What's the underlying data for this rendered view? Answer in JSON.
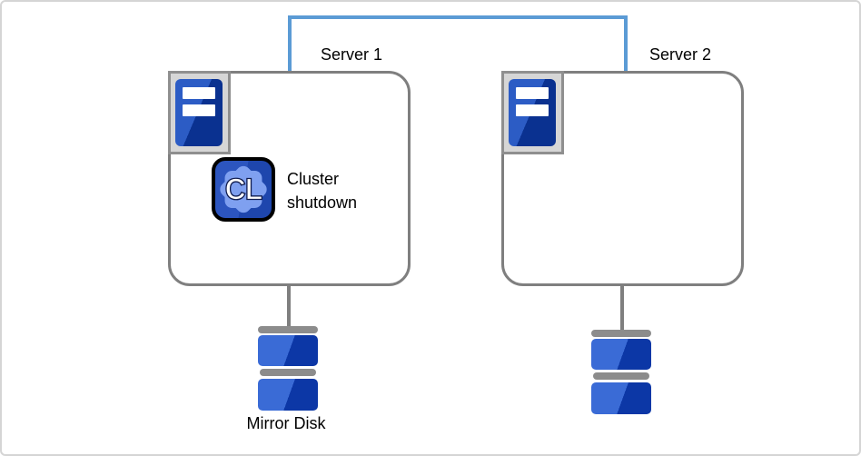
{
  "nodes": {
    "server1": {
      "label": "Server 1"
    },
    "server2": {
      "label": "Server 2"
    },
    "cluster_action": {
      "badge": "CL",
      "label": "Cluster shutdown"
    },
    "mirror_disk": {
      "label": "Mirror Disk"
    }
  },
  "icons": {
    "server_tower": "server-tower-icon",
    "cluster_gear": "gear-icon",
    "disk_stack": "mirror-disk-icon"
  },
  "colors": {
    "canvas-border": "#d5d5d5",
    "interconnect-blue": "#5b9bd5",
    "box-border": "#7f7f7f",
    "connector-gray": "#7f7f7f",
    "frame-bg": "#d6d6d6",
    "frame-border": "#8f8f8f",
    "tower-light": "#2c5cc5",
    "tower-dark": "#0a3190",
    "disk-light": "#3a6bd6",
    "disk-dark": "#0c37a6",
    "disk-gray": "#8c8c8c",
    "cl-bg-left": "#2c55bf",
    "cl-bg-right": "#1e46ad",
    "gear-blue": "#7fa0f0",
    "label-text": "#000000"
  }
}
